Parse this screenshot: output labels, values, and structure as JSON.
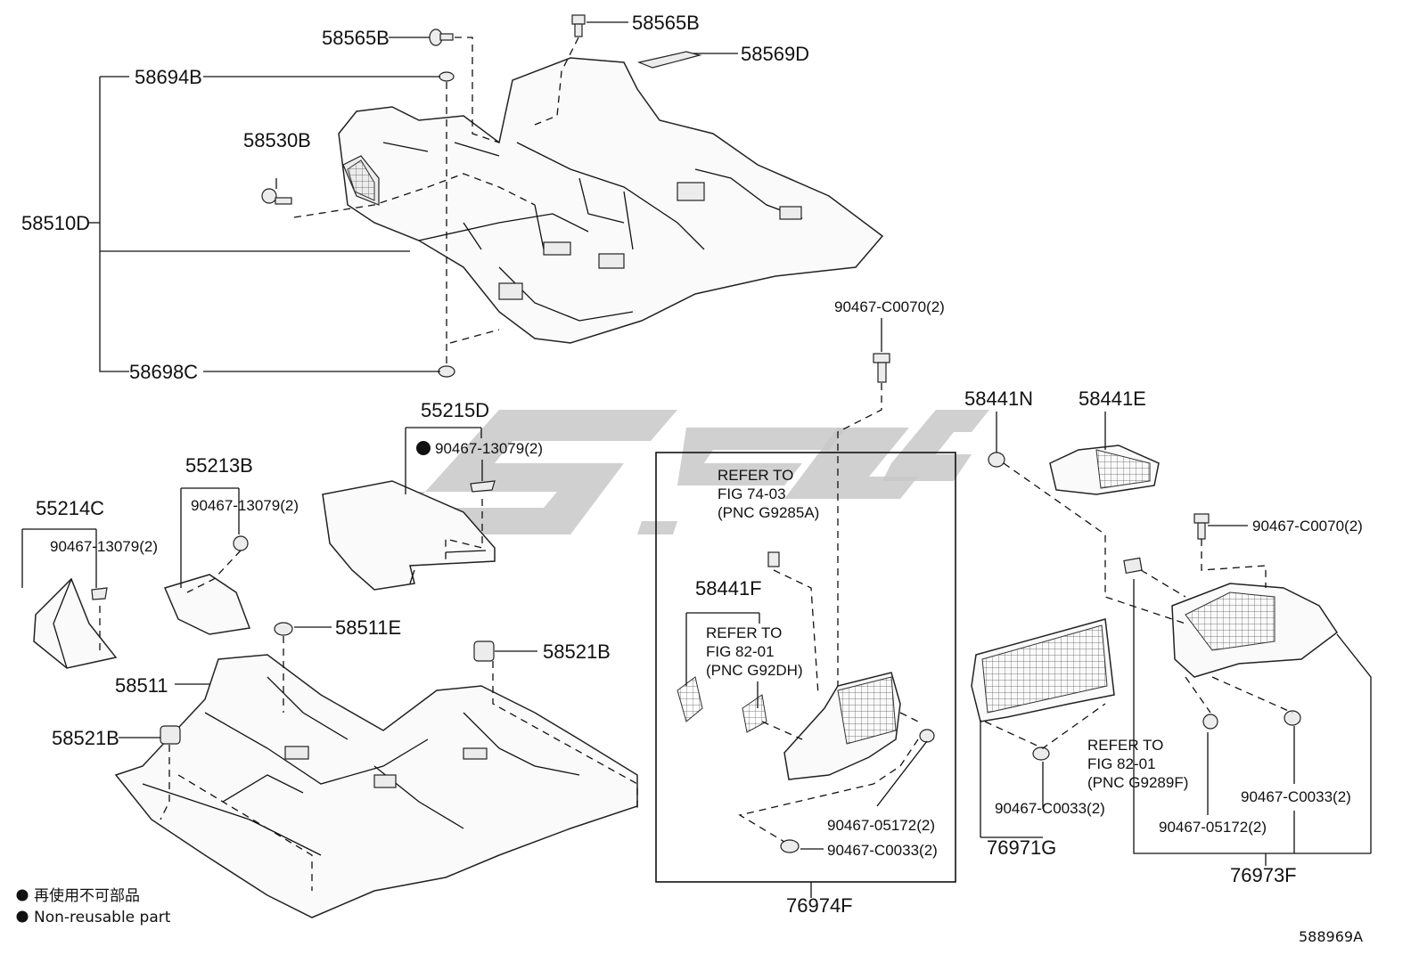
{
  "labels": {
    "p58565B_top": "58565B",
    "p58565B_left": "58565B",
    "p58569D": "58569D",
    "p58694B": "58694B",
    "p58530B": "58530B",
    "p58510D": "58510D",
    "p58698C": "58698C",
    "p55215D": "55215D",
    "p90467_13079_a": "90467-13079(2)",
    "p55213B": "55213B",
    "p90467_13079_b": "90467-13079(2)",
    "p55214C": "55214C",
    "p90467_13079_c": "90467-13079(2)",
    "p58511E": "58511E",
    "p58521B_r": "58521B",
    "p58511": "58511",
    "p58521B_l": "58521B",
    "p90467_C0070_a": "90467-C0070(2)",
    "ref1_l1": "REFER TO",
    "ref1_l2": "FIG 74-03",
    "ref1_l3": "(PNC G9285A)",
    "p58441F": "58441F",
    "ref2_l1": "REFER TO",
    "ref2_l2": "FIG 82-01",
    "ref2_l3": "(PNC G92DH)",
    "p90467_05172_a": "90467-05172(2)",
    "p90467_C0033_a": "90467-C0033(2)",
    "p76974F": "76974F",
    "p58441N": "58441N",
    "p58441E": "58441E",
    "p90467_C0070_b": "90467-C0070(2)",
    "p90467_C0033_b": "90467-C0033(2)",
    "p76971G": "76971G",
    "ref3_l1": "REFER TO",
    "ref3_l2": "FIG 82-01",
    "ref3_l3": "(PNC G9289F)",
    "p90467_C0033_c": "90467-C0033(2)",
    "p90467_05172_b": "90467-05172(2)",
    "p76973F": "76973F"
  },
  "legend": {
    "line1": "再使用不可部品",
    "line2": "Non-reusable part"
  },
  "diagram_id": "588969A",
  "icons": {
    "bullet": "filled-circle-icon",
    "watermark": "brand-watermark-icon"
  }
}
